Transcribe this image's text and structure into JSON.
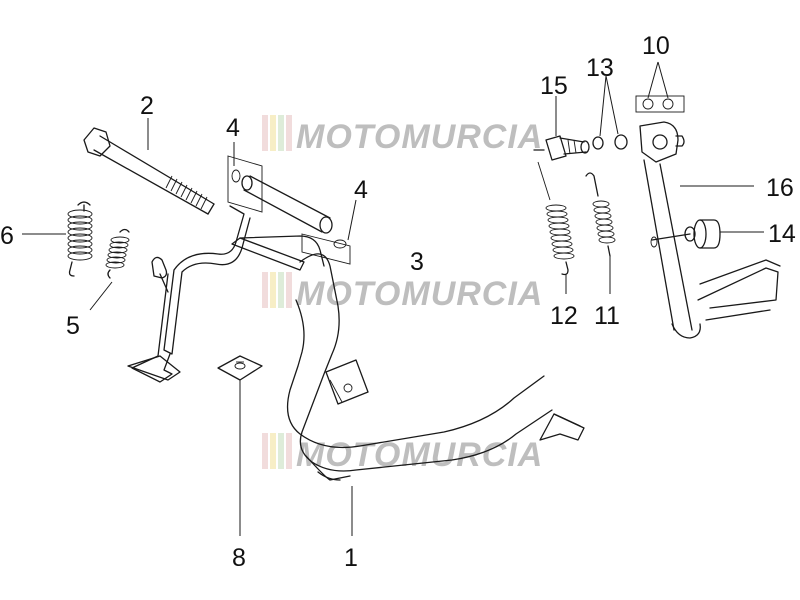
{
  "diagram": {
    "callouts": [
      {
        "id": "c1",
        "label": "1"
      },
      {
        "id": "c2",
        "label": "2"
      },
      {
        "id": "c3",
        "label": "3"
      },
      {
        "id": "c4a",
        "label": "4"
      },
      {
        "id": "c4b",
        "label": "4"
      },
      {
        "id": "c5",
        "label": "5"
      },
      {
        "id": "c6",
        "label": "6"
      },
      {
        "id": "c8",
        "label": "8"
      },
      {
        "id": "c10",
        "label": "10"
      },
      {
        "id": "c11",
        "label": "11"
      },
      {
        "id": "c12",
        "label": "12"
      },
      {
        "id": "c13",
        "label": "13"
      },
      {
        "id": "c14",
        "label": "14"
      },
      {
        "id": "c15",
        "label": "15"
      },
      {
        "id": "c16",
        "label": "16"
      }
    ]
  },
  "watermark": {
    "text": "MOTOMURCIA",
    "colors": [
      "#e8c4c4",
      "#f2e2a0",
      "#c8e0c0",
      "#e8c4c4"
    ]
  }
}
